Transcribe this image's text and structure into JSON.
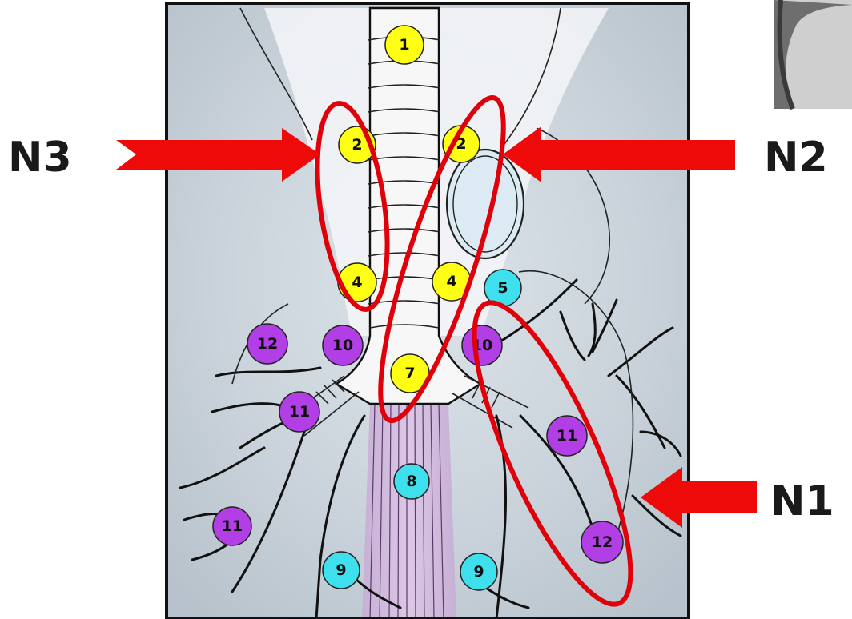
{
  "labels": {
    "n3": "N3",
    "n2": "N2",
    "n1": "N1"
  },
  "colors": {
    "yellow": "#ffff14",
    "cyan": "#3fe0ee",
    "purple": "#b23ee6",
    "red": "#ef0a0a"
  },
  "nodes": [
    {
      "id": "node-1",
      "text": "1",
      "color": "yellow"
    },
    {
      "id": "node-2-right",
      "text": "2",
      "color": "yellow"
    },
    {
      "id": "node-2-left",
      "text": "2",
      "color": "yellow"
    },
    {
      "id": "node-4-right",
      "text": "4",
      "color": "yellow"
    },
    {
      "id": "node-4-left",
      "text": "4",
      "color": "yellow"
    },
    {
      "id": "node-5",
      "text": "5",
      "color": "cyan"
    },
    {
      "id": "node-7",
      "text": "7",
      "color": "yellow"
    },
    {
      "id": "node-8",
      "text": "8",
      "color": "cyan"
    },
    {
      "id": "node-9-right",
      "text": "9",
      "color": "cyan"
    },
    {
      "id": "node-9-left",
      "text": "9",
      "color": "cyan"
    },
    {
      "id": "node-10-right",
      "text": "10",
      "color": "purple"
    },
    {
      "id": "node-10-left",
      "text": "10",
      "color": "purple"
    },
    {
      "id": "node-11-right-upper",
      "text": "11",
      "color": "purple"
    },
    {
      "id": "node-11-left-lower",
      "text": "11",
      "color": "purple"
    },
    {
      "id": "node-11-right-lower",
      "text": "11",
      "color": "purple"
    },
    {
      "id": "node-12-right",
      "text": "12",
      "color": "purple"
    },
    {
      "id": "node-12-left",
      "text": "12",
      "color": "purple"
    }
  ]
}
